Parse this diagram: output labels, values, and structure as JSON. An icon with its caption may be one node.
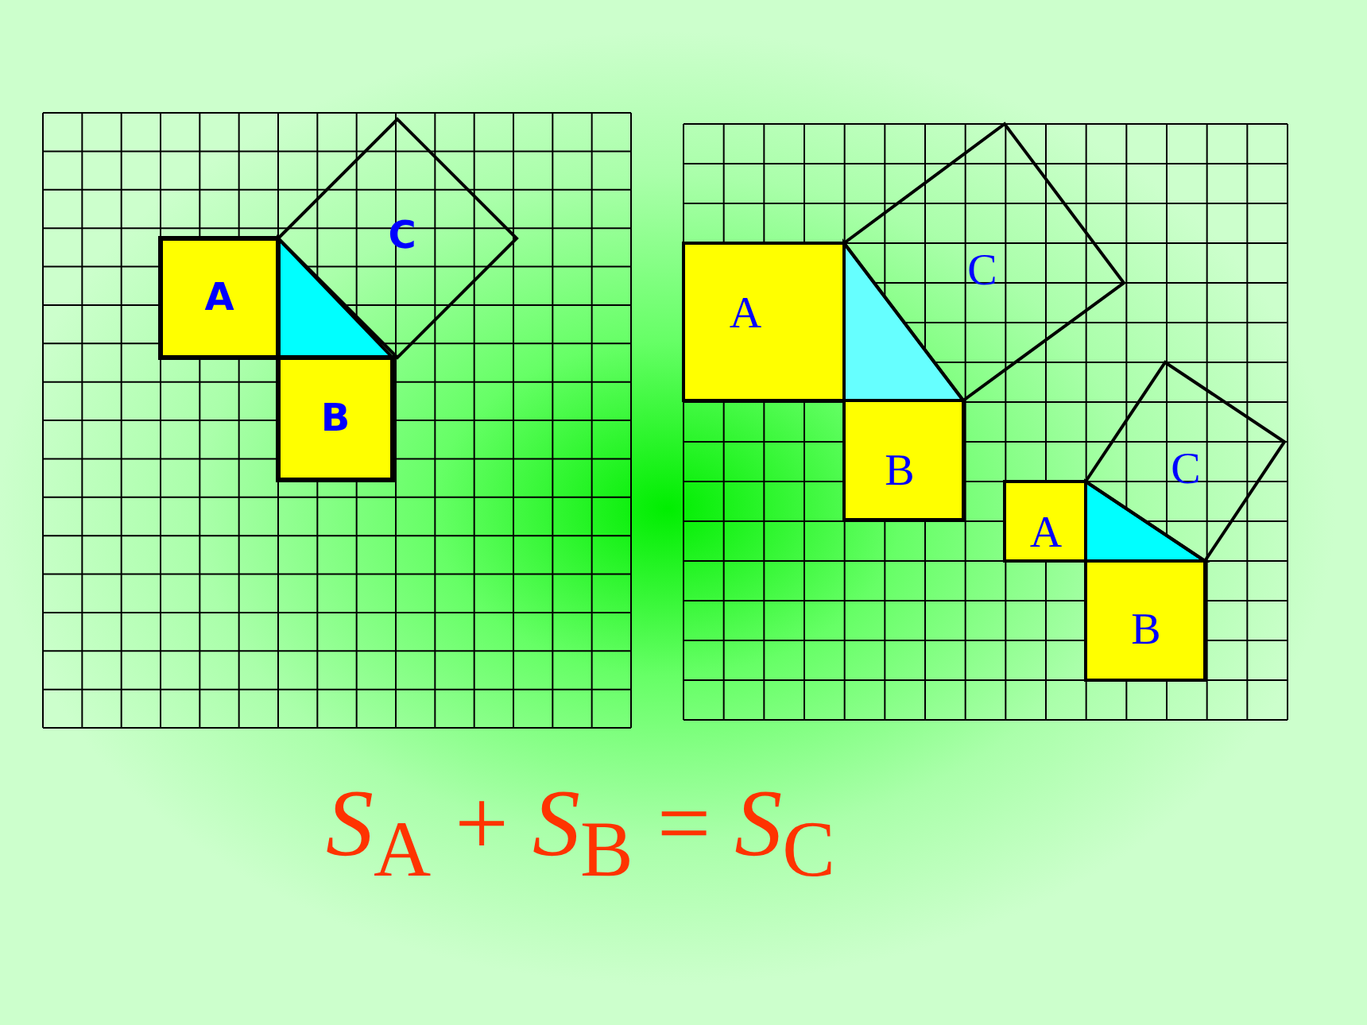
{
  "diagram": {
    "nodes": [
      {
        "text": [
          "C"
        ]
      },
      {
        "text": [
          "A"
        ]
      },
      {
        "text": [
          "B"
        ]
      },
      {
        "text": [
          "C"
        ]
      },
      {
        "text": [
          "A"
        ]
      },
      {
        "text": [
          "B"
        ]
      },
      {
        "text": [
          "C"
        ]
      },
      {
        "text": [
          "A"
        ]
      },
      {
        "text": [
          "B"
        ]
      }
    ],
    "edges": [],
    "labels": [
      "*S*$_{A}$ + *S*$_{B}$ = *S*$_{C}$"
    ]
  }
}
